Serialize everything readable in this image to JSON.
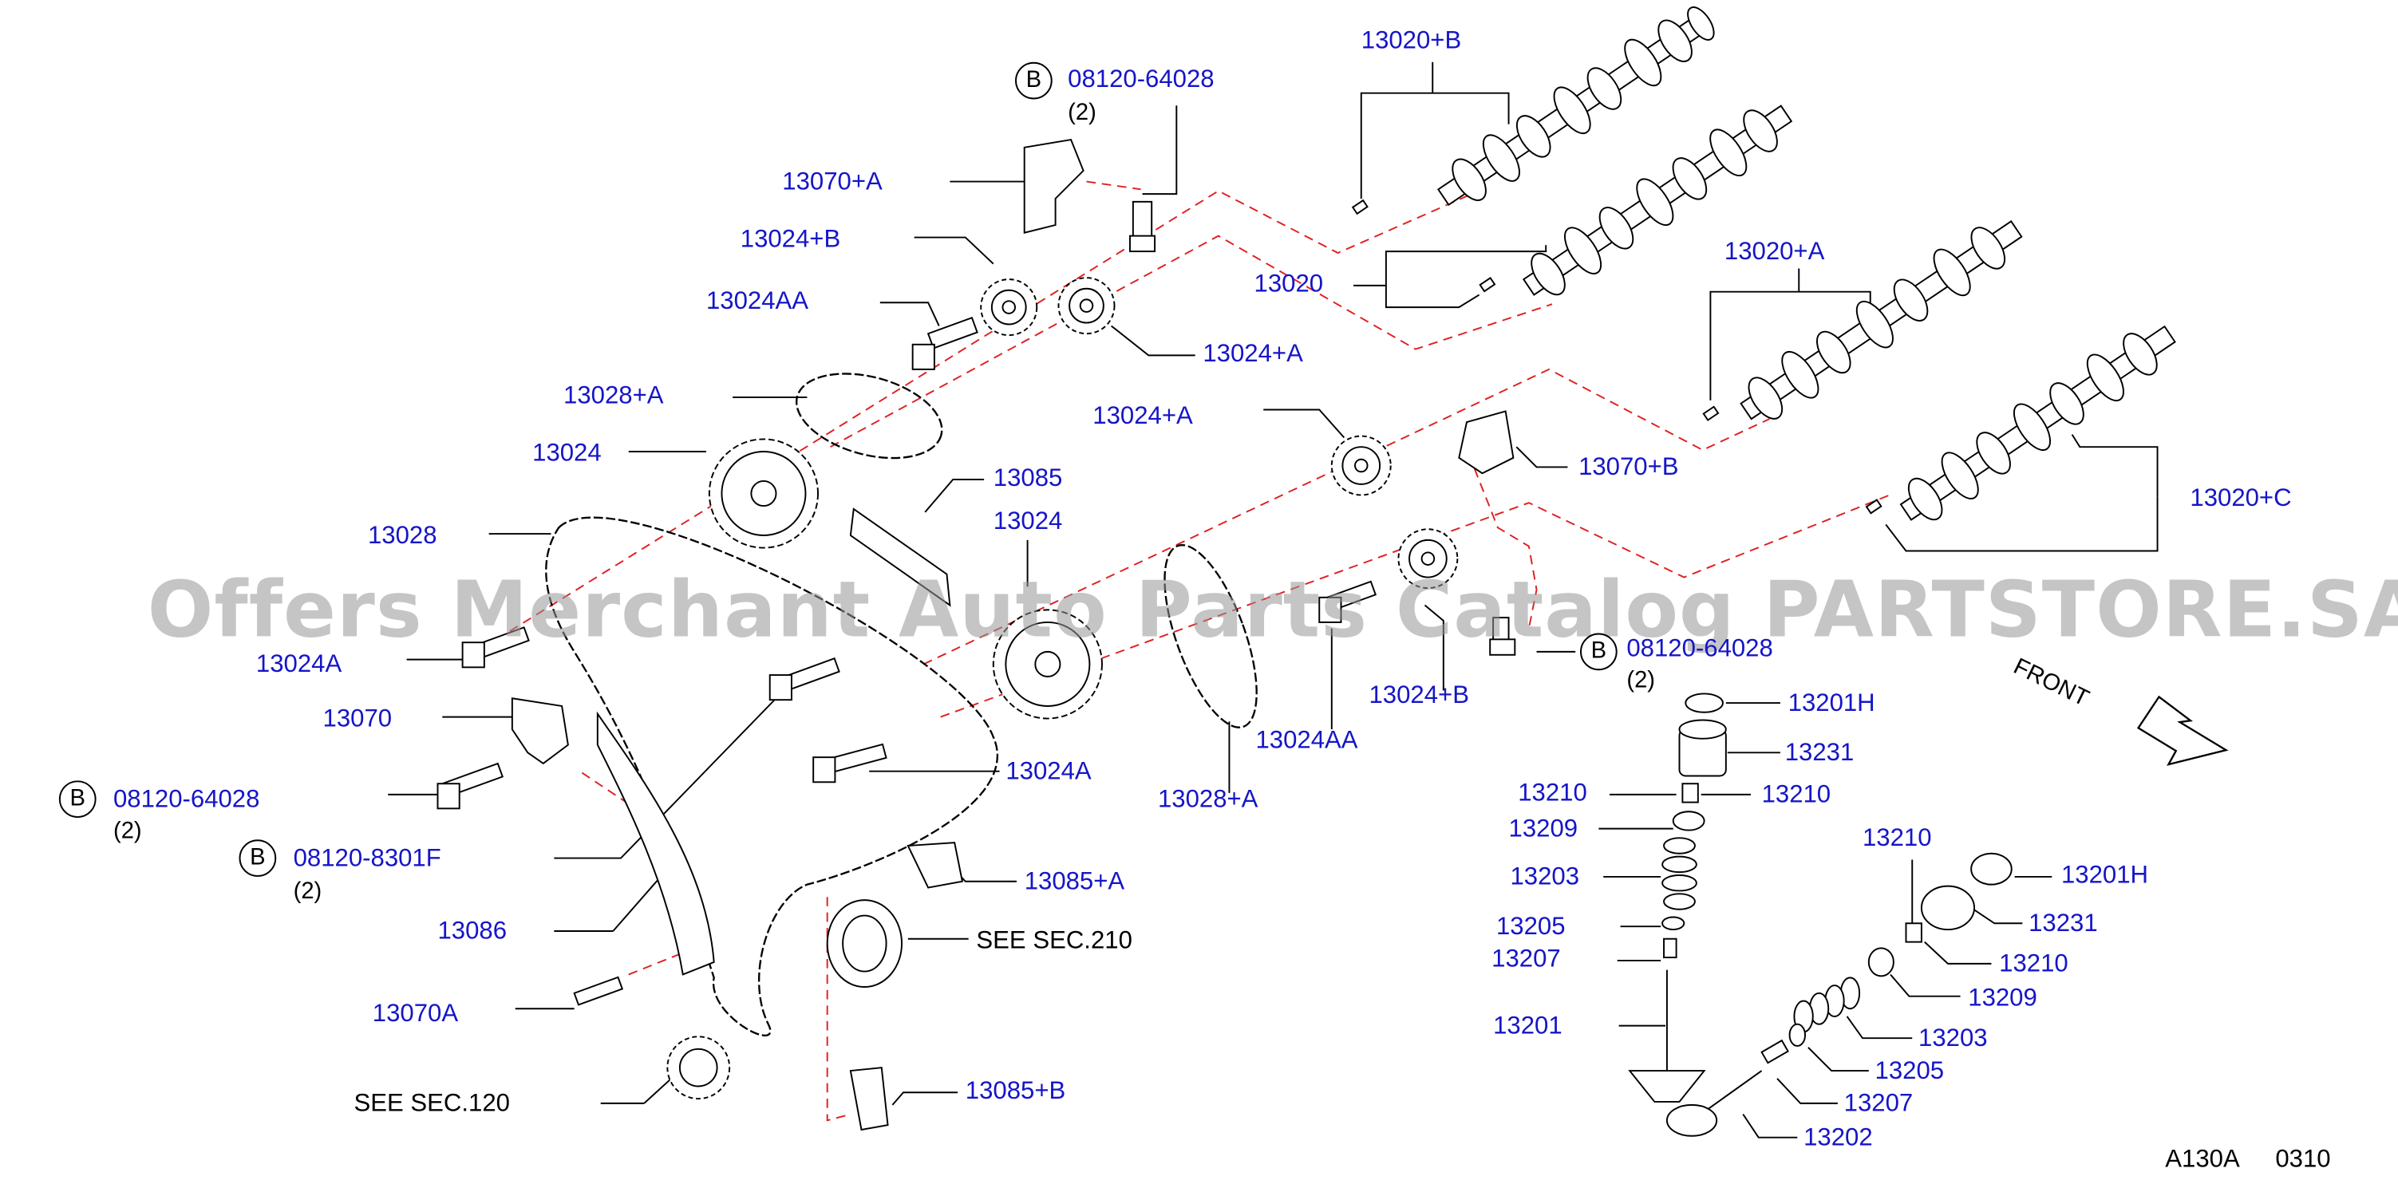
{
  "watermark": "Offers Merchant Auto Parts Catalog PARTSTORE.SA",
  "diagram_code": "A130A",
  "diagram_rev": "0310",
  "front_label": "FRONT",
  "bolt_prefix": "B",
  "labels": {
    "l_13020_b": "13020+B",
    "l_08120_64028_top": "08120-64028",
    "l_qty_top": "(2)",
    "l_13070_a": "13070+A",
    "l_13024_b_top": "13024+B",
    "l_13024aa_top": "13024AA",
    "l_13024_a_top": "13024+A",
    "l_13020": "13020",
    "l_13020_a": "13020+A",
    "l_13028_a_top": "13028+A",
    "l_13024_left": "13024",
    "l_13024_a_mid": "13024+A",
    "l_13070_b": "13070+B",
    "l_13085": "13085",
    "l_13024_mid": "13024",
    "l_13020_c": "13020+C",
    "l_13028": "13028",
    "l_13024a_left": "13024A",
    "l_08120_64028_right": "08120-64028",
    "l_qty_right": "(2)",
    "l_13024_b_mid": "13024+B",
    "l_13070": "13070",
    "l_13024aa_mid": "13024AA",
    "l_13201h_top": "13201H",
    "l_13231_top": "13231",
    "l_13024a_mid": "13024A",
    "l_08120_64028_left": "08120-64028",
    "l_qty_left": "(2)",
    "l_13028_a_mid": "13028+A",
    "l_13210_a": "13210",
    "l_13210_b": "13210",
    "l_13209_top": "13209",
    "l_08120_8301f": "08120-8301F",
    "l_qty_8301f": "(2)",
    "l_13203_top": "13203",
    "l_13085_a": "13085+A",
    "l_13210_c": "13210",
    "l_13201h_right": "13201H",
    "l_13086": "13086",
    "l_see_sec210": "SEE   SEC.210",
    "l_13205_top": "13205",
    "l_13231_right": "13231",
    "l_13207_top": "13207",
    "l_13210_d": "13210",
    "l_13070a": "13070A",
    "l_13209_right": "13209",
    "l_13201": "13201",
    "l_13203_right": "13203",
    "l_13205_right": "13205",
    "l_see_sec120": "SEE   SEC.120",
    "l_13085_b": "13085+B",
    "l_13207_right": "13207",
    "l_13202": "13202"
  },
  "colors": {
    "label": "#1515c8",
    "line": "#000000",
    "dash": "#e02020"
  }
}
